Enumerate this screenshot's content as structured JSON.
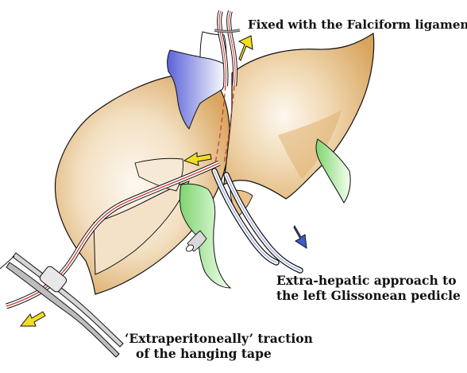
{
  "labels": {
    "top": "Fixed with the Falciform ligament",
    "middle_line1": "Extra-hepatic approach to",
    "middle_line2": "the left Glissonean pedicle",
    "bottom_line1": "‘Extraperitoneally’ traction",
    "bottom_line2": "of the hanging tape"
  },
  "colors": {
    "liver_fill": "#e0b171",
    "liver_highlight": "#fdf8f0",
    "vein": "#6d74e0",
    "glissonean": "#9fe08a",
    "gallbladder": "#7fd56f",
    "tape": "#d23a30",
    "arrow_yellow": "#f2df22",
    "arrow_blue": "#3f5fc5",
    "outline": "#111111",
    "instrument": "#9a9a9a"
  }
}
